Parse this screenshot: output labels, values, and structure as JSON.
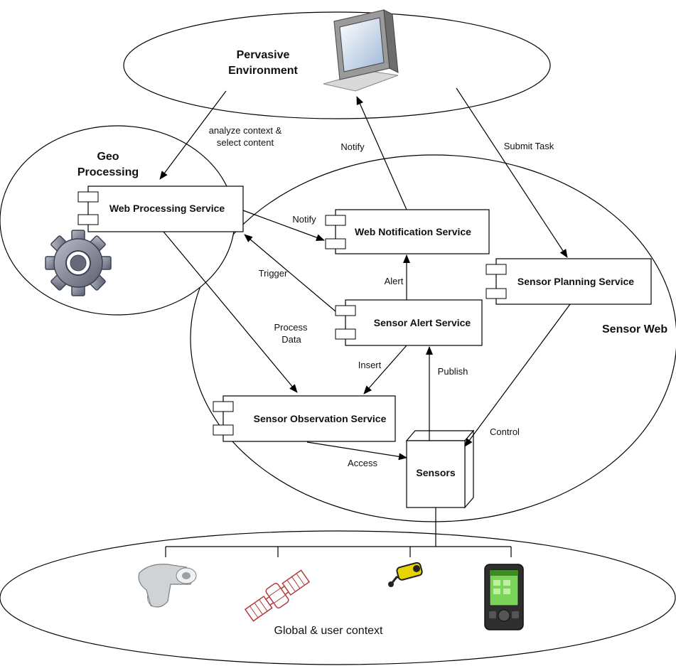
{
  "regions": {
    "pervasive": {
      "line1": "Pervasive",
      "line2": "Environment"
    },
    "geo": {
      "line1": "Geo",
      "line2": "Processing"
    },
    "sensor_web": "Sensor Web",
    "global": "Global & user context"
  },
  "components": {
    "wps": "Web Processing Service",
    "wns": "Web Notification Service",
    "sps": "Sensor Planning Service",
    "sas": "Sensor Alert Service",
    "sos": "Sensor Observation Service",
    "sensors": "Sensors"
  },
  "edges": {
    "analyze1": "analyze context &",
    "analyze2": "select content",
    "notify_top": "Notify",
    "submit_task": "Submit Task",
    "notify_wps": "Notify",
    "trigger": "Trigger",
    "alert": "Alert",
    "process1": "Process",
    "process2": "Data",
    "insert": "Insert",
    "publish": "Publish",
    "control": "Control",
    "access": "Access"
  },
  "icons": {
    "monitor": "monitor-icon",
    "gear": "gear-icon",
    "camera_sensor": "sensor-device-icon",
    "satellite": "satellite-icon",
    "webcam": "webcam-icon",
    "pda": "pda-icon"
  }
}
